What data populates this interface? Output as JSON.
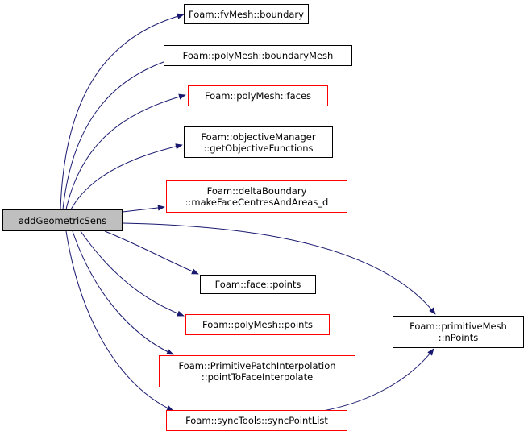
{
  "colors": {
    "edge": "#191970",
    "box_border": "#000000",
    "box_border_red": "#ff0000",
    "root_fill": "#bfbfbf"
  },
  "nodes": {
    "root": {
      "label": "addGeometricSens"
    },
    "fvmesh_boundary": {
      "label": "Foam::fvMesh::boundary"
    },
    "polymesh_boundarymesh": {
      "label": "Foam::polyMesh::boundaryMesh"
    },
    "polymesh_faces": {
      "label": "Foam::polyMesh::faces"
    },
    "objectivemanager": {
      "line1": "Foam::objectiveManager",
      "line2": "::getObjectiveFunctions"
    },
    "deltaboundary": {
      "line1": "Foam::deltaBoundary",
      "line2": "::makeFaceCentresAndAreas_d"
    },
    "face_points": {
      "label": "Foam::face::points"
    },
    "polymesh_points": {
      "label": "Foam::polyMesh::points"
    },
    "ppinterp": {
      "line1": "Foam::PrimitivePatchInterpolation",
      "line2": "::pointToFaceInterpolate"
    },
    "synctools": {
      "label": "Foam::syncTools::syncPointList"
    },
    "primitivemesh": {
      "line1": "Foam::primitiveMesh",
      "line2": "::nPoints"
    }
  }
}
